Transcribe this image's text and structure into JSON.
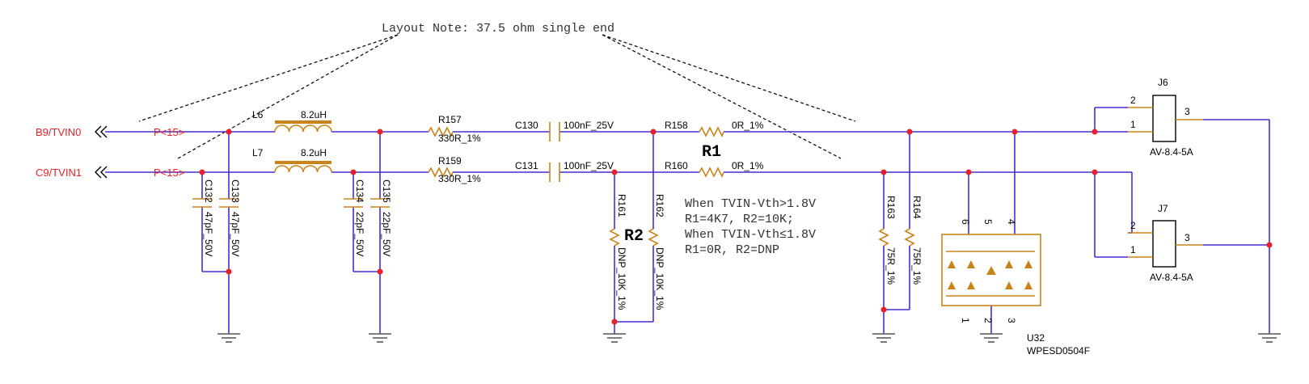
{
  "layout_note": "Layout Note: 37.5 ohm single end",
  "nets": {
    "input0": "B9/TVIN0",
    "input1": "C9/TVIN1",
    "page_ref0": "P<15>",
    "page_ref1": "P<15>"
  },
  "inductors": [
    {
      "ref": "L6",
      "value": "8.2uH"
    },
    {
      "ref": "L7",
      "value": "8.2uH"
    }
  ],
  "resistors": [
    {
      "ref": "R157",
      "value": "330R_1%"
    },
    {
      "ref": "R159",
      "value": "330R_1%"
    },
    {
      "ref": "R158",
      "value": "0R_1%"
    },
    {
      "ref": "R160",
      "value": "0R_1%"
    },
    {
      "ref": "R161",
      "value": "DNP_10K_1%"
    },
    {
      "ref": "R162",
      "value": "DNP_10K_1%"
    },
    {
      "ref": "R163",
      "value": "75R_1%"
    },
    {
      "ref": "R164",
      "value": "75R_1%"
    }
  ],
  "capacitors": [
    {
      "ref": "C130",
      "value": "100nF_25V"
    },
    {
      "ref": "C131",
      "value": "100nF_25V"
    },
    {
      "ref": "C132",
      "value": "47pF_50V"
    },
    {
      "ref": "C133",
      "value": "47pF_50V"
    },
    {
      "ref": "C134",
      "value": "22pF_50V"
    },
    {
      "ref": "C135",
      "value": "22pF_50V"
    }
  ],
  "labels": {
    "r1": "R1",
    "r2": "R2"
  },
  "note_lines": [
    "When TVIN-Vth>1.8V",
    "R1=4K7, R2=10K;",
    "When TVIN-Vth≤1.8V",
    "R1=0R, R2=DNP"
  ],
  "connectors": [
    {
      "ref": "J6",
      "part": "AV-8.4-5A",
      "pins": [
        "2",
        "1",
        "3"
      ]
    },
    {
      "ref": "J7",
      "part": "AV-8.4-5A",
      "pins": [
        "2",
        "1",
        "3"
      ]
    }
  ],
  "esd": {
    "ref": "U32",
    "part": "WPESD0504F",
    "pins": [
      "6",
      "5",
      "4",
      "1",
      "2",
      "3"
    ]
  }
}
